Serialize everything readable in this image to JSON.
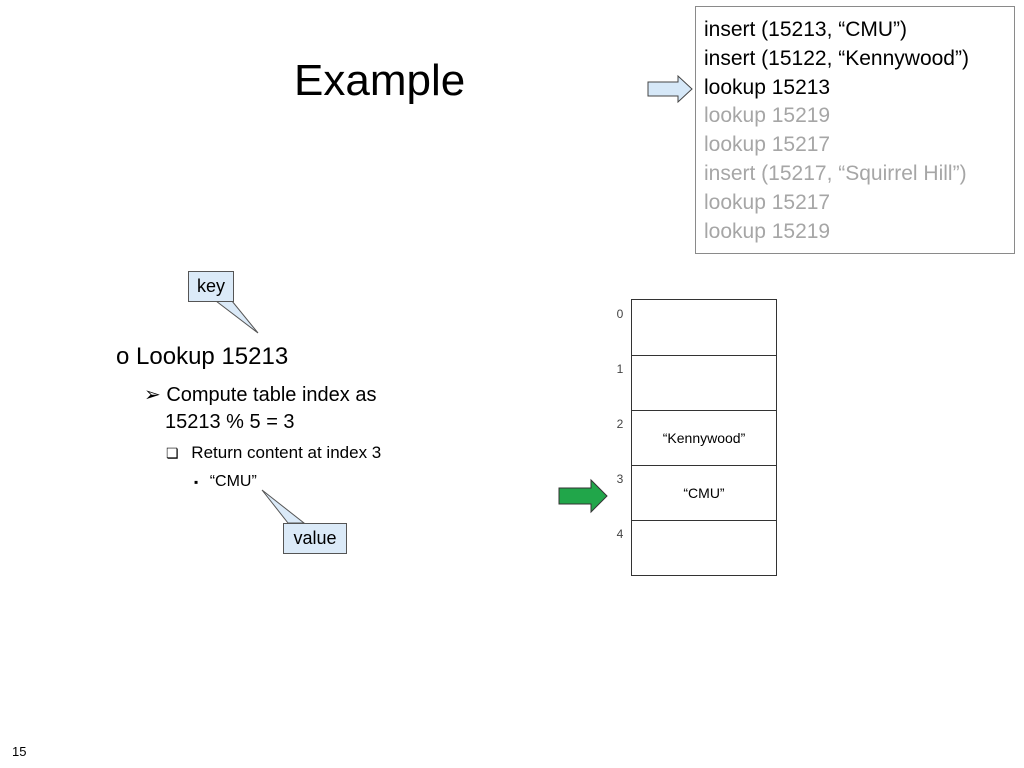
{
  "slide": {
    "title": "Example",
    "page_number": "15"
  },
  "operations": [
    {
      "text": "insert (15213, “CMU”)",
      "state": "done"
    },
    {
      "text": "insert (15122, “Kennywood”)",
      "state": "done"
    },
    {
      "text": "lookup 15213",
      "state": "current"
    },
    {
      "text": "lookup 15219",
      "state": "pending"
    },
    {
      "text": "lookup 15217",
      "state": "pending"
    },
    {
      "text": "insert (15217, “Squirrel Hill”)",
      "state": "pending"
    },
    {
      "text": "lookup 15217",
      "state": "pending"
    },
    {
      "text": "lookup 15219",
      "state": "pending"
    }
  ],
  "bullets": {
    "level1_marker": "o",
    "level1": "Lookup 15213",
    "level2_marker": "➢",
    "level2_line1": "Compute table index as",
    "level2_line2": "15213 % 5 = 3",
    "level3_marker": "❏",
    "level3": "Return content at index 3",
    "level4_marker": "▪",
    "level4": "“CMU”"
  },
  "callouts": {
    "key": "key",
    "value": "value"
  },
  "hash_table": {
    "slots": [
      {
        "index": "0",
        "value": ""
      },
      {
        "index": "1",
        "value": ""
      },
      {
        "index": "2",
        "value": "“Kennywood”"
      },
      {
        "index": "3",
        "value": "“CMU”"
      },
      {
        "index": "4",
        "value": ""
      }
    ],
    "pointer_index": 3
  },
  "colors": {
    "pending_text": "#a6a6a6",
    "callout_fill": "#dbeaf8",
    "operation_arrow_fill": "#d6e8f8",
    "slot_arrow_fill": "#21a64a"
  }
}
